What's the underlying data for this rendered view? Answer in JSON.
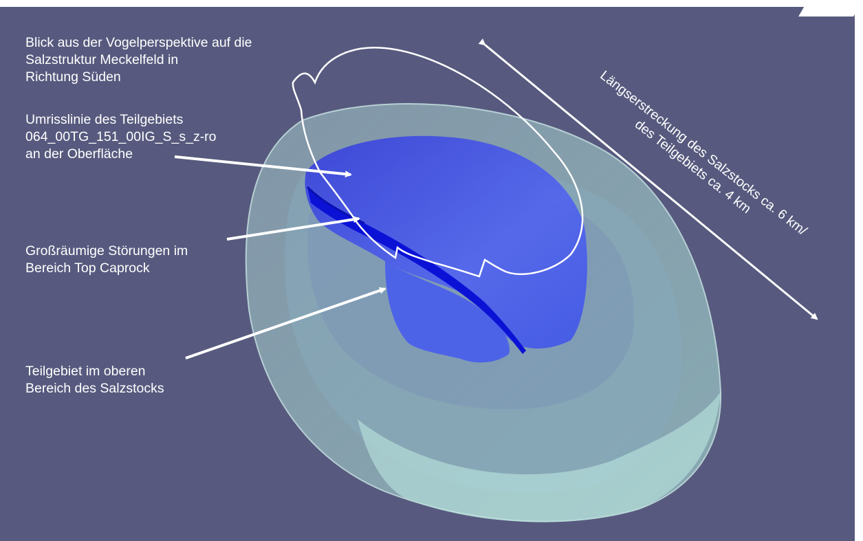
{
  "annotations": {
    "view_description": "Blick aus der Vogelperspektive auf die\nSalzstruktur Meckelfeld in\nRichtung Süden",
    "outline_label": "Umrisslinie des Teilgebiets\n064_00TG_151_00IG_S_s_z-ro\nan der Oberfläche",
    "faults_label": "Großräumige Störungen im\nBereich Top Caprock",
    "subarea_label": "Teilgebiet im oberen\nBereich des Salzstocks",
    "extent_label": "Längserstreckung des Salzstocks ca. 6 km/\ndes Teilgebiets ca. 4 km"
  },
  "colors": {
    "background": "#575a7e",
    "salt_dome_outer": "#a8d8d0",
    "salt_dome_inner": "#8ab7c4",
    "subarea_blue": "#4a5ee8",
    "fault_band": "#1010d0",
    "annotation_white": "#ffffff"
  }
}
